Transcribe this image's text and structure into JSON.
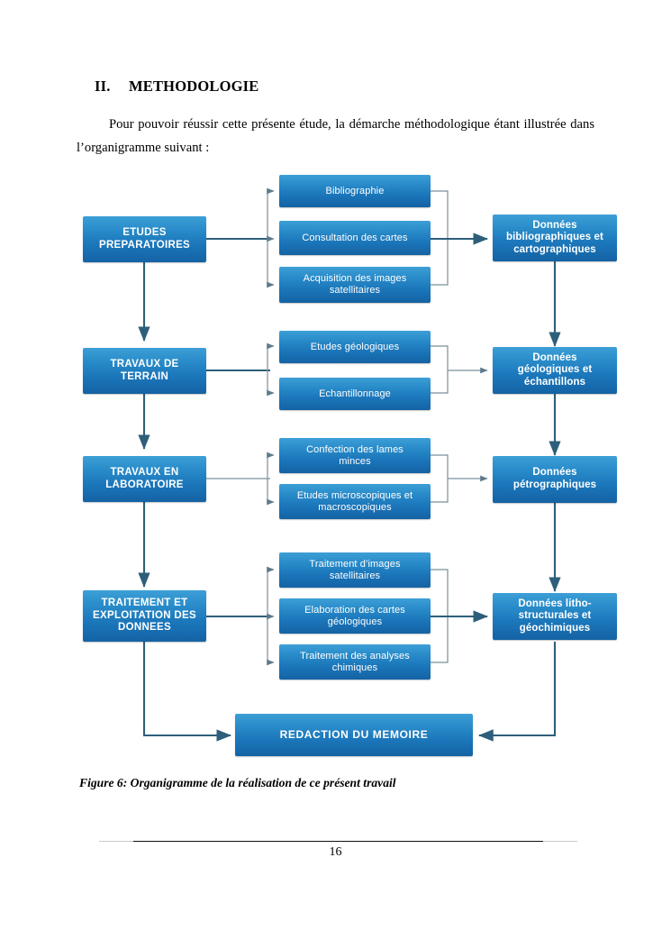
{
  "section": {
    "numeral": "II.",
    "title": "METHODOLOGIE",
    "paragraph": "Pour pouvoir réussir cette présente étude, la démarche méthodologique étant illustrée dans l’organigramme suivant :"
  },
  "figure": {
    "caption": "Figure 6: Organigramme de la réalisation de ce présent travail"
  },
  "footer": {
    "page_number": "16"
  },
  "colors": {
    "node_top": "#3d9fd6",
    "node_bottom": "#1463a4",
    "connector_thick": "#2e5f7a",
    "connector_thin": "#7b8f9c",
    "node_text": "#ffffff"
  },
  "flowchart": {
    "type": "flowchart",
    "orientation": "left-to-right, four stacked stages feeding one terminal node",
    "rows": [
      {
        "stage": "ETUDES\nPREPARATOIRES",
        "tasks": [
          "Bibliographie",
          "Consultation des cartes",
          "Acquisition des images\nsatellitaires"
        ],
        "result": "Données\nbibliographiques et\ncartographiques"
      },
      {
        "stage": "TRAVAUX DE\nTERRAIN",
        "tasks": [
          "Etudes géologiques",
          "Echantillonnage"
        ],
        "result": "Données\ngéologiques et\néchantillons"
      },
      {
        "stage": "TRAVAUX EN\nLABORATOIRE",
        "tasks": [
          "Confection des lames\nminces",
          "Etudes microscopiques et\nmacroscopiques"
        ],
        "result": "Données\npétrographiques"
      },
      {
        "stage": "TRAITEMENT ET\nEXPLOITATION DES\nDONNEES",
        "tasks": [
          "Traitement d’images\nsatellitaires",
          "Elaboration des cartes\ngéologiques",
          "Traitement des analyses\nchimiques"
        ],
        "result": "Données litho-\nstructurales et\ngéochimiques"
      }
    ],
    "terminal": "REDACTION DU MEMOIRE"
  }
}
